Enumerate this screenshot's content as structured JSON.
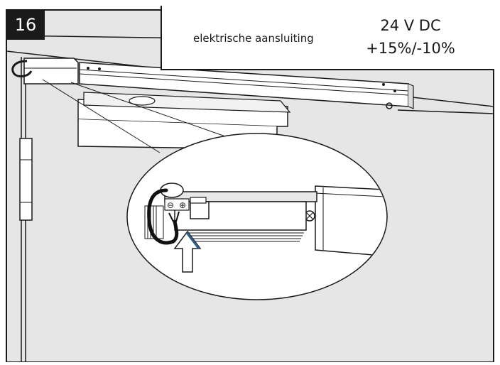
{
  "step": {
    "number": "16"
  },
  "info": {
    "label": "elektrische aansluiting",
    "voltage": "24 V DC",
    "tolerance": "+15%/-10%"
  },
  "terminal": {
    "minus_symbol": "⊖",
    "plus_symbol": "⊕"
  },
  "colors": {
    "line": "#1a1a1a",
    "wall": "#e6e6e6",
    "arrow_accent": "#2e5e8a"
  }
}
